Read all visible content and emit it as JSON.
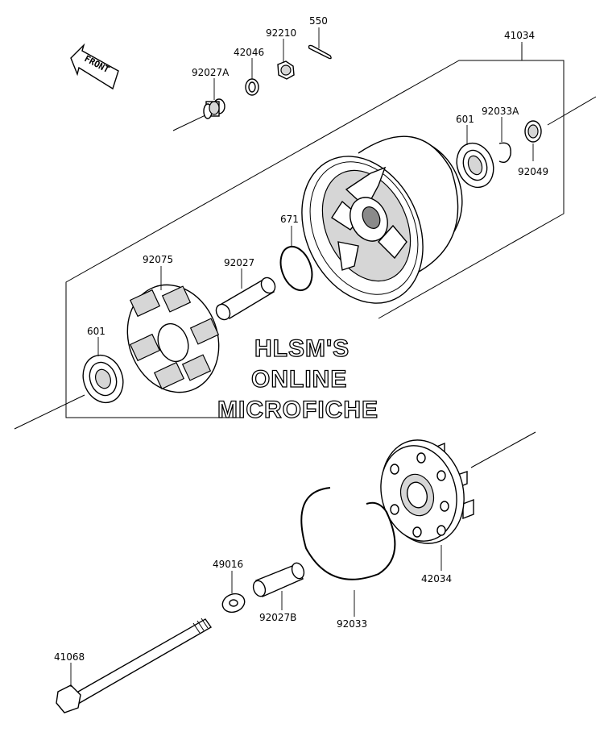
{
  "labels": {
    "p41034": "41034",
    "p550": "550",
    "p92210": "92210",
    "p42046": "42046",
    "p92027A": "92027A",
    "p601_top": "601",
    "p92033A": "92033A",
    "p92049": "92049",
    "p671": "671",
    "p92075": "92075",
    "p92027": "92027",
    "p601_left": "601",
    "p42034": "42034",
    "p49016": "49016",
    "p92027B": "92027B",
    "p92033": "92033",
    "p41068": "41068"
  },
  "front_arrow": "FRONT",
  "watermark": {
    "line1": "HLSM'S",
    "line2": "ONLINE",
    "line3": "MICROFICHE"
  }
}
